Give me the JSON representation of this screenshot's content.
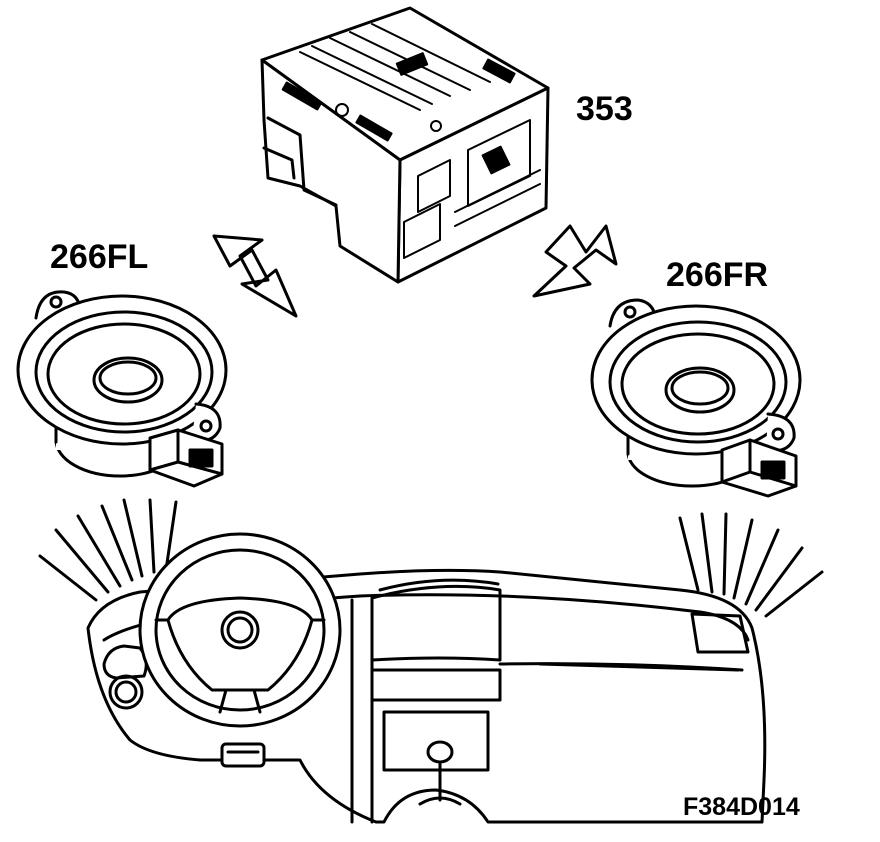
{
  "labels": {
    "radio_unit": "353",
    "speaker_front_left": "266FL",
    "speaker_front_right": "266FR",
    "figure_ref": "F384D014"
  },
  "colors": {
    "ink": "#000000",
    "paper": "#ffffff"
  }
}
